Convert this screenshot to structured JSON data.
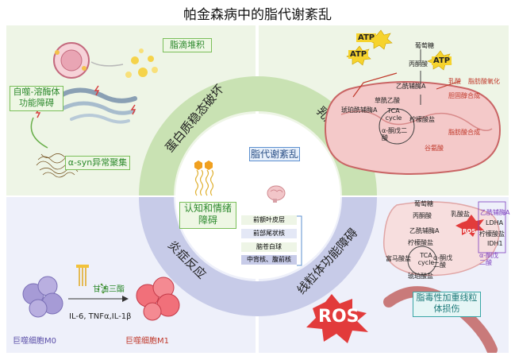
{
  "title": "帕金森病中的脂代谢紊乱",
  "quadrants": {
    "top_left": "蛋白质稳态破坏",
    "top_right": "乳酸失衡",
    "bottom_left": "炎症反应",
    "bottom_right": "线粒体功能障碍"
  },
  "center": {
    "label": "脂代谢紊乱",
    "cognitive": "认知和情绪障碍",
    "regions": [
      "前额叶皮层",
      "前部尾状核",
      "脑苍白球",
      "中背核、腹前核"
    ]
  },
  "protein": {
    "lipid_droplet": "脂滴堆积",
    "autophagy": "自噬-溶酶体功能障碍",
    "asyn": "α-syn异常聚集"
  },
  "lactate": {
    "atp": "ATP",
    "glucose": "葡萄糖",
    "pyruvate": "丙酮酸",
    "acetylcoa": "乙酰辅酶A",
    "lactate": "乳酸",
    "fatty_acid_oxidation": "脂肪酸氧化",
    "cholesterol": "胆固醇合成",
    "citrate": "柠檬酸盐",
    "fatty_acid_synthesis": "脂肪酸合成",
    "succinyl": "琥珀酰辅酶A",
    "fumarate": "草酰乙酸",
    "tca": "TCA cycle",
    "akg": "α-酮戊二酸",
    "glutamate": "谷氨酸"
  },
  "inflammation": {
    "triglyceride": "甘油三酯",
    "cytokines": "IL-6, TNFα,IL-1β",
    "m0": "巨噬细胞M0",
    "m1": "巨噬细胞M1"
  },
  "mito": {
    "glucose": "葡萄糖",
    "pyruvate": "丙酮酸",
    "acetylcoa": "乙酰辅酶A",
    "citrate": "柠檬酸盐",
    "fumarate": "富马酸盐",
    "tca": "TCA cycle",
    "akg": "α-酮戊二酸",
    "succinate": "琥珀酸盐",
    "lactate_salt": "乳酸盐",
    "ldha": "LDHA",
    "idh1": "IDH1",
    "acetylcoa2": "乙酰辅酶A",
    "citrate2": "柠檬酸盐",
    "akg2": "α-酮戊二酸",
    "ros": "ROS",
    "ros_big": "ROS",
    "effect": "脂毒性加重线粒体损伤"
  },
  "colors": {
    "green_bg": "#eef5e6",
    "blue_bg": "#eef0fa",
    "ring_green": "#c9e2b3",
    "ring_blue": "#c7cbe8",
    "accent": "#c0392b"
  }
}
